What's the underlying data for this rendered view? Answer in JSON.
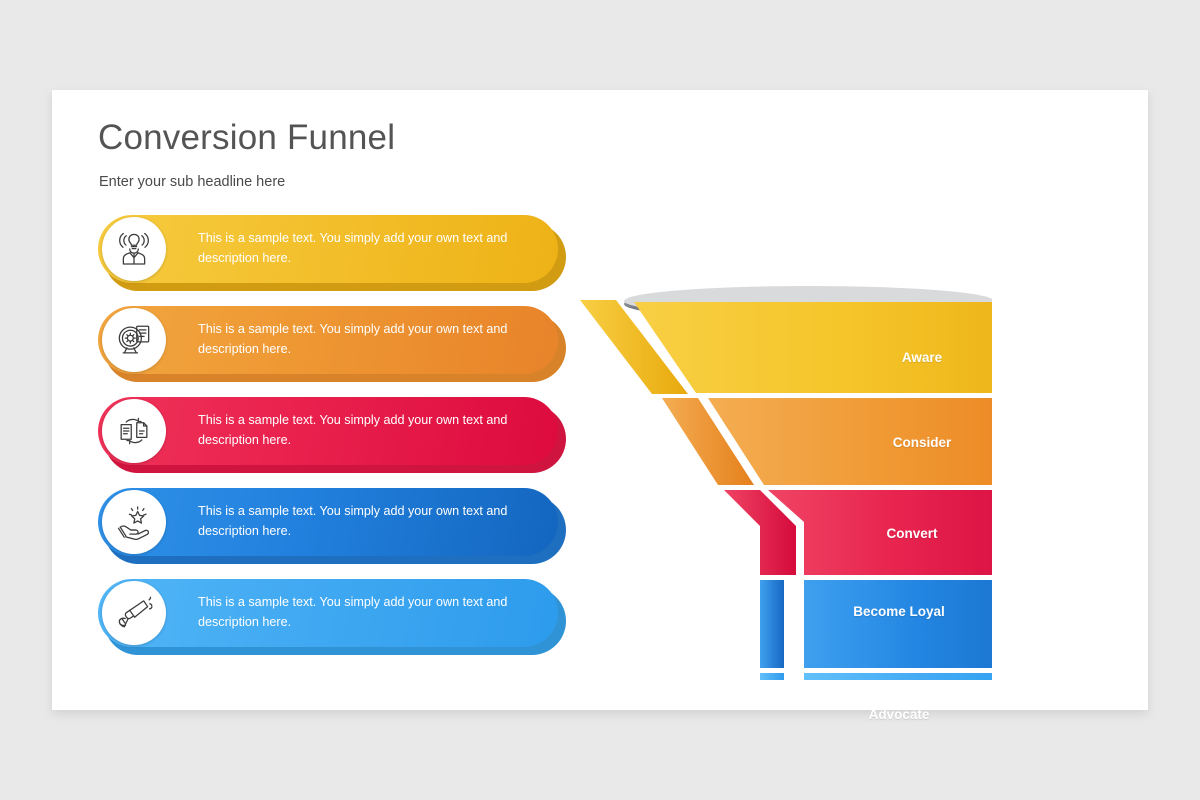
{
  "slide": {
    "title": "Conversion Funnel",
    "subtitle": "Enter your sub headline here",
    "background_color": "#e9e9e9",
    "card_color": "#ffffff"
  },
  "steps": [
    {
      "id": "aware",
      "icon": "person-idea-broadcast-icon",
      "text": "This is a sample text. You simply add your own text and description here.",
      "color_light": "#f6cb3f",
      "color_dark": "#e8a908",
      "shadow_color": "#d19b12",
      "funnel_label": "Aware"
    },
    {
      "id": "consider",
      "icon": "gear-magnifier-document-icon",
      "text": "This is a sample text. You simply add your own text and description here.",
      "color_light": "#f2a63f",
      "color_dark": "#e4801e",
      "shadow_color": "#d8832a",
      "funnel_label": "Consider"
    },
    {
      "id": "convert",
      "icon": "documents-convert-arrows-icon",
      "text": "This is a sample text. You simply add your own text and description here.",
      "color_light": "#ef3359",
      "color_dark": "#d40b3c",
      "shadow_color": "#cf143f",
      "funnel_label": "Convert"
    },
    {
      "id": "become-loyal",
      "icon": "hand-star-icon",
      "text": "This is a sample text. You simply add your own text and description here.",
      "color_light": "#2f91e8",
      "color_dark": "#1260b8",
      "shadow_color": "#1f6fc0",
      "funnel_label": "Become Loyal"
    },
    {
      "id": "advocate",
      "icon": "hand-megaphone-icon",
      "text": "This is a sample text. You simply add your own text and description here.",
      "color_light": "#52b6f7",
      "color_dark": "#2d9bec",
      "shadow_color": "#2f93d6",
      "funnel_label": "Advocate"
    }
  ],
  "funnel": {
    "rim_color": "#6b7076",
    "layers": [
      {
        "label": "Aware",
        "fill_light": "#f8cf44",
        "fill_dark": "#eeb71c"
      },
      {
        "label": "Consider",
        "fill_light": "#f4aa4c",
        "fill_dark": "#ed8c27"
      },
      {
        "label": "Convert",
        "fill_light": "#ef3b5f",
        "fill_dark": "#dd1446"
      },
      {
        "label": "Become Loyal",
        "fill_light": "#3a9bee",
        "fill_dark": "#1c78d2"
      },
      {
        "label": "Advocate",
        "fill_light": "#5cbcf8",
        "fill_dark": "#35a4f2"
      }
    ]
  }
}
